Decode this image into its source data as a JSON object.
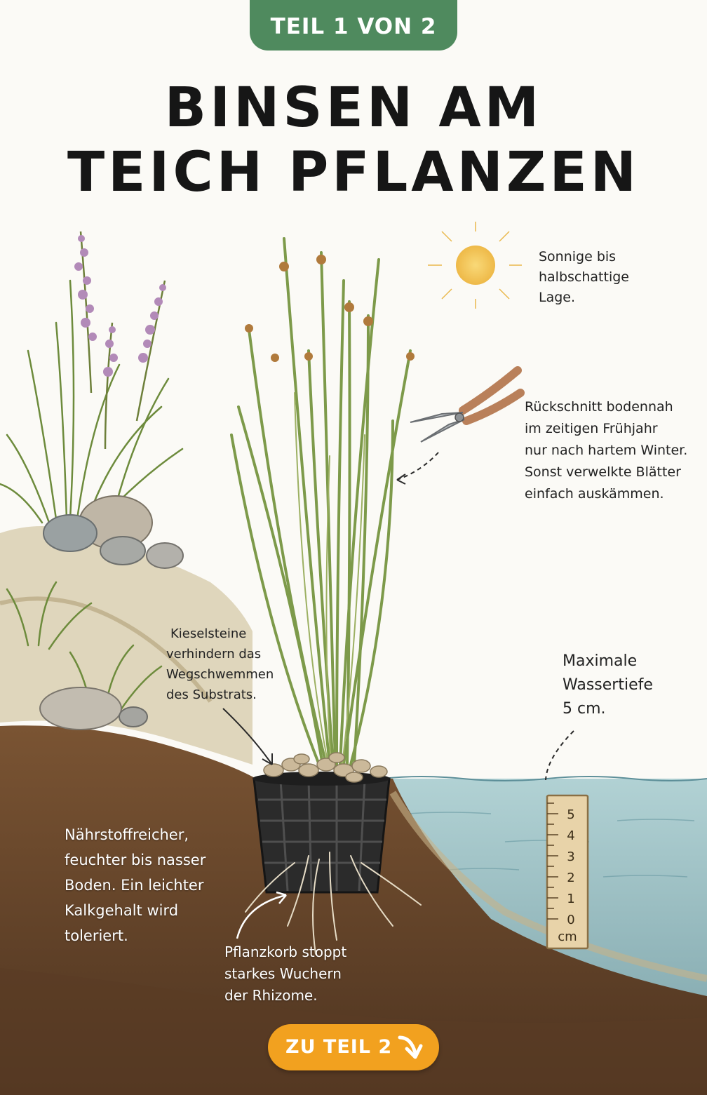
{
  "header": {
    "badge": "TEIL 1 VON 2",
    "title_line1": "BINSEN AM",
    "title_line2": "TEICH PFLANZEN"
  },
  "notes": {
    "sun": [
      "Sonnige bis",
      "halbschattige",
      "Lage."
    ],
    "pruning": [
      "Rückschnitt bodennah",
      "im zeitigen Frühjahr",
      "nur nach hartem Winter.",
      "Sonst verwelkte Blätter",
      "einfach auskämmen."
    ],
    "pebbles": [
      "Kieselsteine",
      "verhindern das",
      "Wegschwemmen",
      "des Substrats."
    ],
    "depth": [
      "Maximale",
      "Wassertiefe",
      "5 cm."
    ],
    "soil": [
      "Nährstoffreicher,",
      "feuchter bis nasser",
      "Boden. Ein leichter",
      "Kalkgehalt wird",
      "toleriert."
    ],
    "basket": [
      "Pflanzkorb stoppt",
      "starkes Wuchern",
      "der Rhizome."
    ]
  },
  "ruler": {
    "ticks": [
      "5",
      "4",
      "3",
      "2",
      "1",
      "0"
    ],
    "unit": "cm"
  },
  "cta": {
    "label": "ZU TEIL 2"
  },
  "colors": {
    "badge": "#4f8a5e",
    "cta": "#f2a11f",
    "water": "#8fb6bd",
    "soil": "#6b4a2e",
    "reed": "#7d9a4a",
    "sun": "#f3c75a"
  },
  "icons": {
    "sun": "sun-icon",
    "shears": "pruning-shears-icon",
    "ruler": "depth-ruler-icon",
    "arrow": "arrow-down-right-icon"
  }
}
